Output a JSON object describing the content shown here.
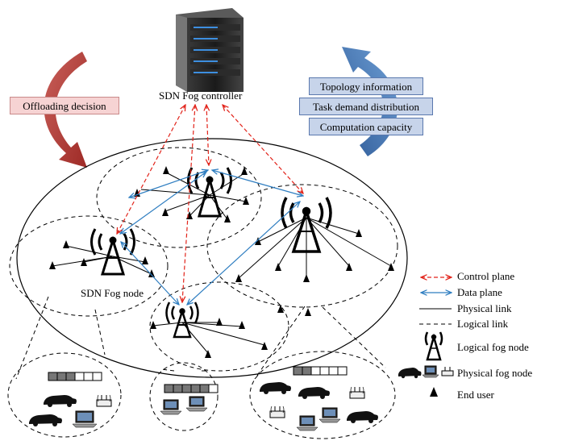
{
  "controller": {
    "label": "SDN Fog controller"
  },
  "offloading": {
    "label": "Offloading decision"
  },
  "info_boxes": [
    "Topology information",
    "Task demand distribution",
    "Computation capacity"
  ],
  "fog_node_label": "SDN Fog node",
  "legend": {
    "control_plane": "Control plane",
    "data_plane": "Data plane",
    "physical_link": "Physical link",
    "logical_link": "Logical link",
    "logical_fog_node": "Logical fog node",
    "physical_fog_node": "Physical fog node",
    "end_user": "End user"
  },
  "colors": {
    "control": "#e2231a",
    "data": "#2f7ec1",
    "arrow_red": "#b0423e",
    "arrow_blue": "#3f6fb0"
  }
}
